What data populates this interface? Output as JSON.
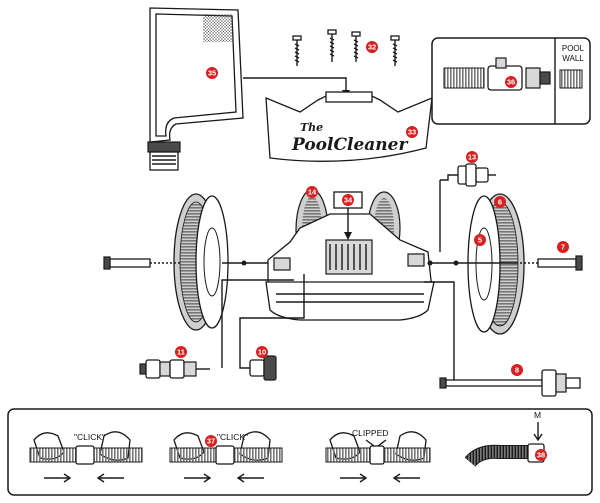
{
  "parts": {
    "p35": "35",
    "p32": "32",
    "p33": "33",
    "p36": "36",
    "p13": "13",
    "p14": "14",
    "p34": "34",
    "p6": "6",
    "p5": "5",
    "p7": "7",
    "p11": "11",
    "p10": "10",
    "p8": "8",
    "p37": "37",
    "p38": "38"
  },
  "logo": {
    "line1": "The",
    "line2": "PoolCleaner"
  },
  "hose_panel": {
    "wall_line1": "POOL",
    "wall_line2": "WALL"
  },
  "assembly": {
    "click_1": "\"CLICK\"",
    "click_2": "\"CLICK\"",
    "clipped": "CLIPPED",
    "arrow_mark": "M"
  },
  "colors": {
    "badge": "#d92020",
    "line": "#1a1a1a"
  }
}
